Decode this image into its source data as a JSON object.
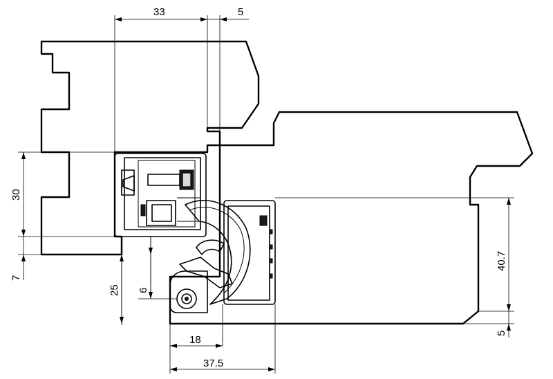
{
  "dimensions": {
    "top_width": "33",
    "top_gap": "5",
    "left_height": "30",
    "left_offset": "7",
    "hinge_height": "25",
    "pin_offset": "6",
    "bottom_inner": "18",
    "bottom_outer": "37.5",
    "right_height": "40.7",
    "right_offset": "5"
  }
}
